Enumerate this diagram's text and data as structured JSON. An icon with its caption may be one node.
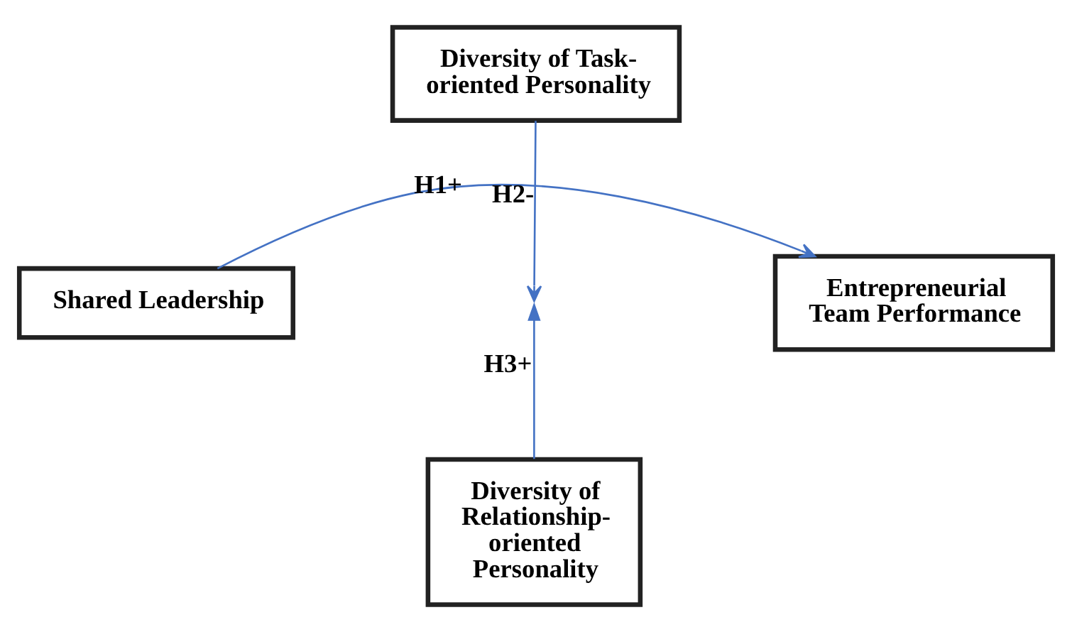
{
  "diagram": {
    "nodes": [
      {
        "text": [
          "Shared Leadership"
        ]
      },
      {
        "text": [
          "Diversity of Task-oriented Personality"
        ]
      },
      {
        "text": [
          "Entrepreneurial Team Performance"
        ]
      },
      {
        "text": [
          "Diversity of Relationship-oriented Personality"
        ]
      }
    ],
    "edges": [
      {
        "from": 0,
        "to": 2,
        "arrow": "to",
        "label": "H1+"
      },
      {
        "from": 1,
        "to": null,
        "arrow": "to",
        "label": "H2-"
      },
      {
        "from": 3,
        "to": null,
        "arrow": "to",
        "label": "H3+"
      }
    ]
  }
}
